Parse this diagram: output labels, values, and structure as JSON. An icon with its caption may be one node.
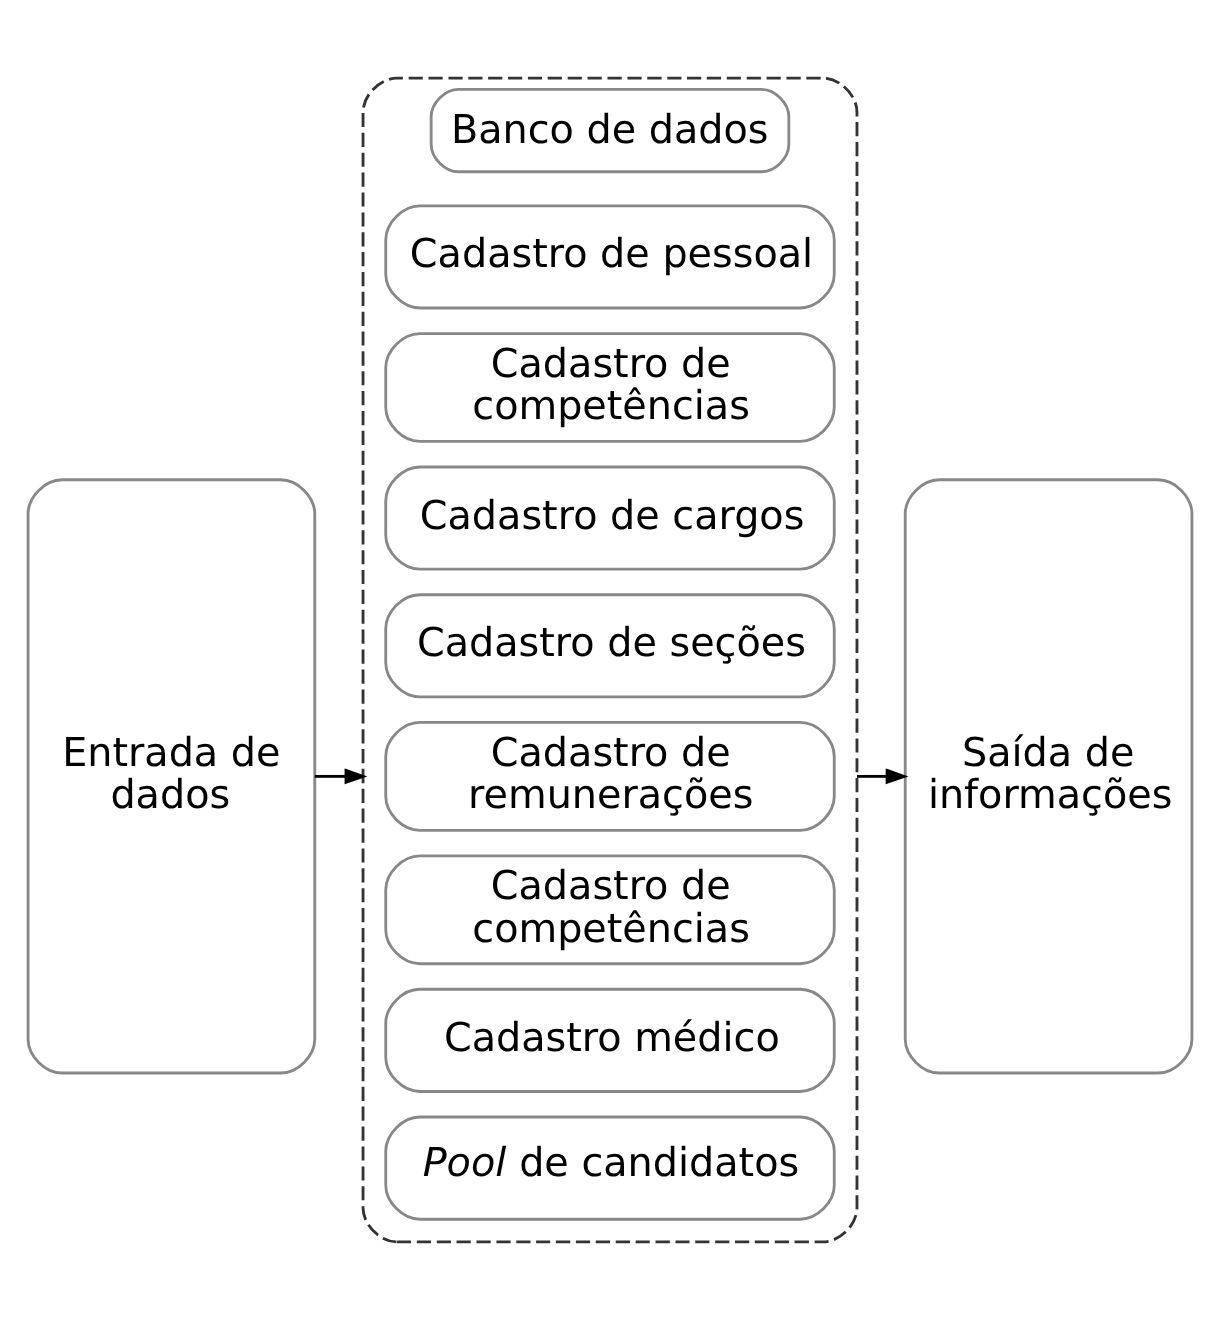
{
  "diagram": {
    "nodes": [
      {
        "text": [
          "Entrada de dados"
        ]
      },
      {
        "text": [
          "Banco de dados"
        ]
      },
      {
        "text": [
          "Cadastro de pessoal"
        ],
        "in": 1
      },
      {
        "text": [
          "Cadastro de competências"
        ],
        "in": 1
      },
      {
        "text": [
          "Cadastro de cargos"
        ],
        "in": 1
      },
      {
        "text": [
          "Cadastro de seções"
        ],
        "in": 1
      },
      {
        "text": [
          "Cadastro de remunerações"
        ],
        "in": 1
      },
      {
        "text": [
          "Cadastro de competências"
        ],
        "in": 1
      },
      {
        "text": [
          "Cadastro médico"
        ],
        "in": 1
      },
      {
        "text": [
          "*Pool* de candidatos"
        ],
        "in": 1
      },
      {
        "text": [
          "Saída de informações"
        ]
      }
    ],
    "edges": [
      {
        "from": 0,
        "to": 1,
        "arrow": "to"
      },
      {
        "from": 1,
        "to": 10,
        "arrow": "to"
      }
    ]
  }
}
